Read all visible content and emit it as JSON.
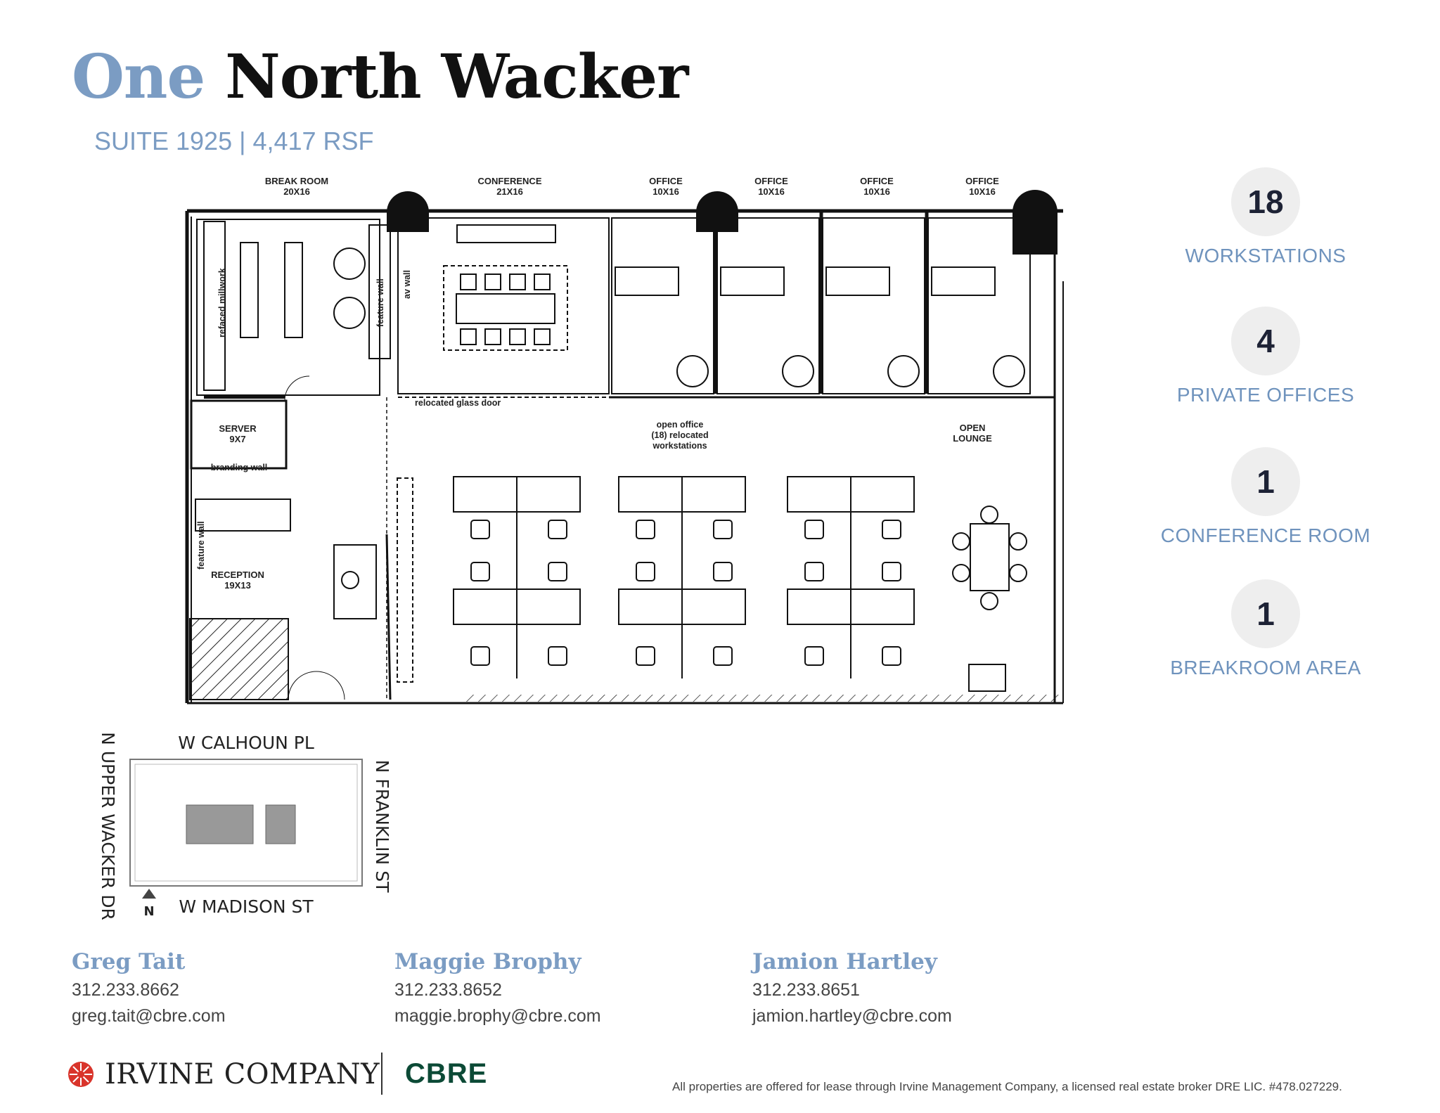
{
  "title": {
    "one": "One",
    "rest": "North Wacker"
  },
  "subtitle": "SUITE 1925 | 4,417 RSF",
  "floorplan": {
    "room_labels": {
      "break_room": "BREAK ROOM",
      "break_room_size": "20X16",
      "conference": "CONFERENCE",
      "conference_size": "21X16",
      "office_1": "OFFICE",
      "office_1_size": "10X16",
      "office_2": "OFFICE",
      "office_2_size": "10X16",
      "office_3": "OFFICE",
      "office_3_size": "10X16",
      "office_4": "OFFICE",
      "office_4_size": "10X16",
      "server": "SERVER",
      "server_size": "9X7",
      "reception": "RECEPTION",
      "reception_size": "19X13",
      "open_lounge_1": "OPEN",
      "open_lounge_2": "LOUNGE"
    },
    "notes": {
      "refaced_millwork": "refaced millwork",
      "feature_wall_1": "feature wall",
      "av_wall": "av wall",
      "relocated_glass_door": "relocated glass door",
      "open_office_1": "open office",
      "open_office_2": "(18) relocated",
      "open_office_3": "workstations",
      "branding_wall": "branding wall",
      "feature_wall_2": "feature wall"
    }
  },
  "stats": [
    {
      "value": "18",
      "label": "WORKSTATIONS"
    },
    {
      "value": "4",
      "label": "PRIVATE OFFICES"
    },
    {
      "value": "1",
      "label": "CONFERENCE ROOM"
    },
    {
      "value": "1",
      "label": "BREAKROOM AREA"
    }
  ],
  "keymap": {
    "north_street": "W CALHOUN PL",
    "south_street": "W MADISON ST",
    "west_street": "N UPPER WACKER DR",
    "east_street": "N FRANKLIN ST",
    "north_indicator": "N"
  },
  "contacts": [
    {
      "name": "Greg Tait",
      "phone": "312.233.8662",
      "email": "greg.tait@cbre.com"
    },
    {
      "name": "Maggie Brophy",
      "phone": "312.233.8652",
      "email": "maggie.brophy@cbre.com"
    },
    {
      "name": "Jamion Hartley",
      "phone": "312.233.8651",
      "email": "jamion.hartley@cbre.com"
    }
  ],
  "footer": {
    "irvine_logo": "IRVINE COMPANY",
    "cbre_logo": "CBRE",
    "disclaimer": "All properties are offered for lease through Irvine Management Company, a licensed real estate broker DRE LIC. #478.027229."
  },
  "colors": {
    "accent": "#7b9cc3",
    "cbre_green": "#0c4a36",
    "irvine_red": "#d9342b"
  }
}
